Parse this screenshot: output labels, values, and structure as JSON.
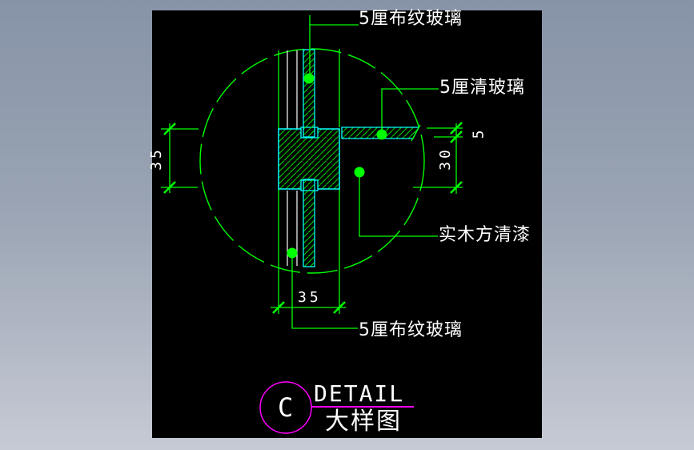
{
  "window": {
    "background_top": "#8793a7",
    "background_bottom": "#c6cad4",
    "canvas_background": "#000000"
  },
  "colors": {
    "line_green": "#00ff00",
    "hatch_green": "#00dd00",
    "outline_cyan": "#00ffff",
    "accent_magenta": "#ff00ff",
    "text_white": "#ffffff"
  },
  "annotations": {
    "top_glass_label": "5厘布纹玻璃",
    "clear_glass_label": "5厘清玻璃",
    "wood_label": "实木方清漆",
    "bottom_glass_label": "5厘布纹玻璃"
  },
  "dimensions": {
    "left_total_height": "35",
    "right_glass_thickness": "5",
    "right_wood_height": "30",
    "bottom_width": "35"
  },
  "title_block": {
    "bubble_letter": "C",
    "title_en": "DETAIL",
    "title_zh": "大样图"
  }
}
